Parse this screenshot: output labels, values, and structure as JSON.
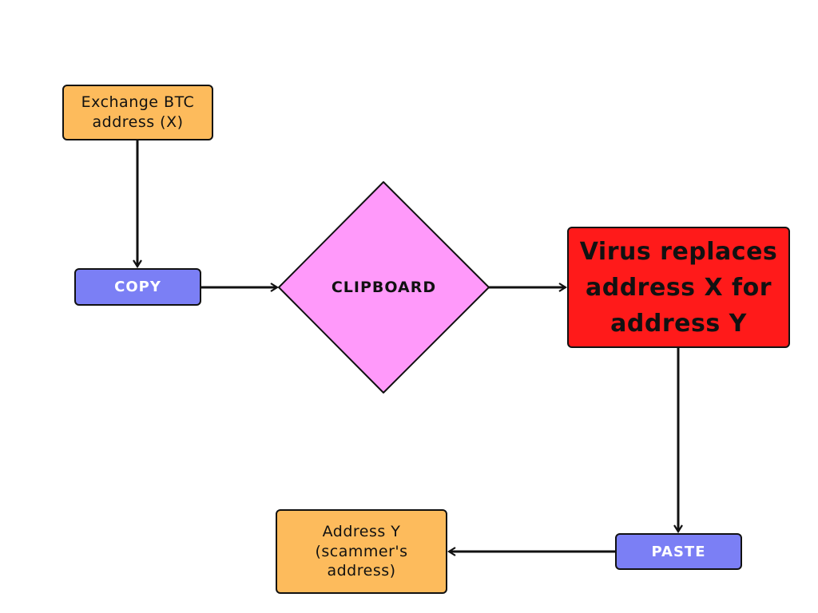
{
  "nodes": {
    "exchange": {
      "label": "Exchange BTC address (X)",
      "shape": "rounded-rectangle",
      "color": "#fdbb5c"
    },
    "copy": {
      "label": "COPY",
      "shape": "rounded-rectangle",
      "color": "#7b7ff5"
    },
    "clipboard": {
      "label": "CLIPBOARD",
      "shape": "diamond",
      "color": "#ff99fa"
    },
    "virus": {
      "label": "Virus replaces address X for address Y",
      "shape": "rounded-rectangle",
      "color": "#ff1a1a"
    },
    "paste": {
      "label": "PASTE",
      "shape": "rounded-rectangle",
      "color": "#7b7ff5"
    },
    "scammer": {
      "label": "Address Y (scammer's address)",
      "shape": "rounded-rectangle",
      "color": "#fdbb5c"
    }
  },
  "edges": [
    {
      "from": "exchange",
      "to": "copy"
    },
    {
      "from": "copy",
      "to": "clipboard"
    },
    {
      "from": "clipboard",
      "to": "virus"
    },
    {
      "from": "virus",
      "to": "paste"
    },
    {
      "from": "paste",
      "to": "scammer"
    }
  ]
}
